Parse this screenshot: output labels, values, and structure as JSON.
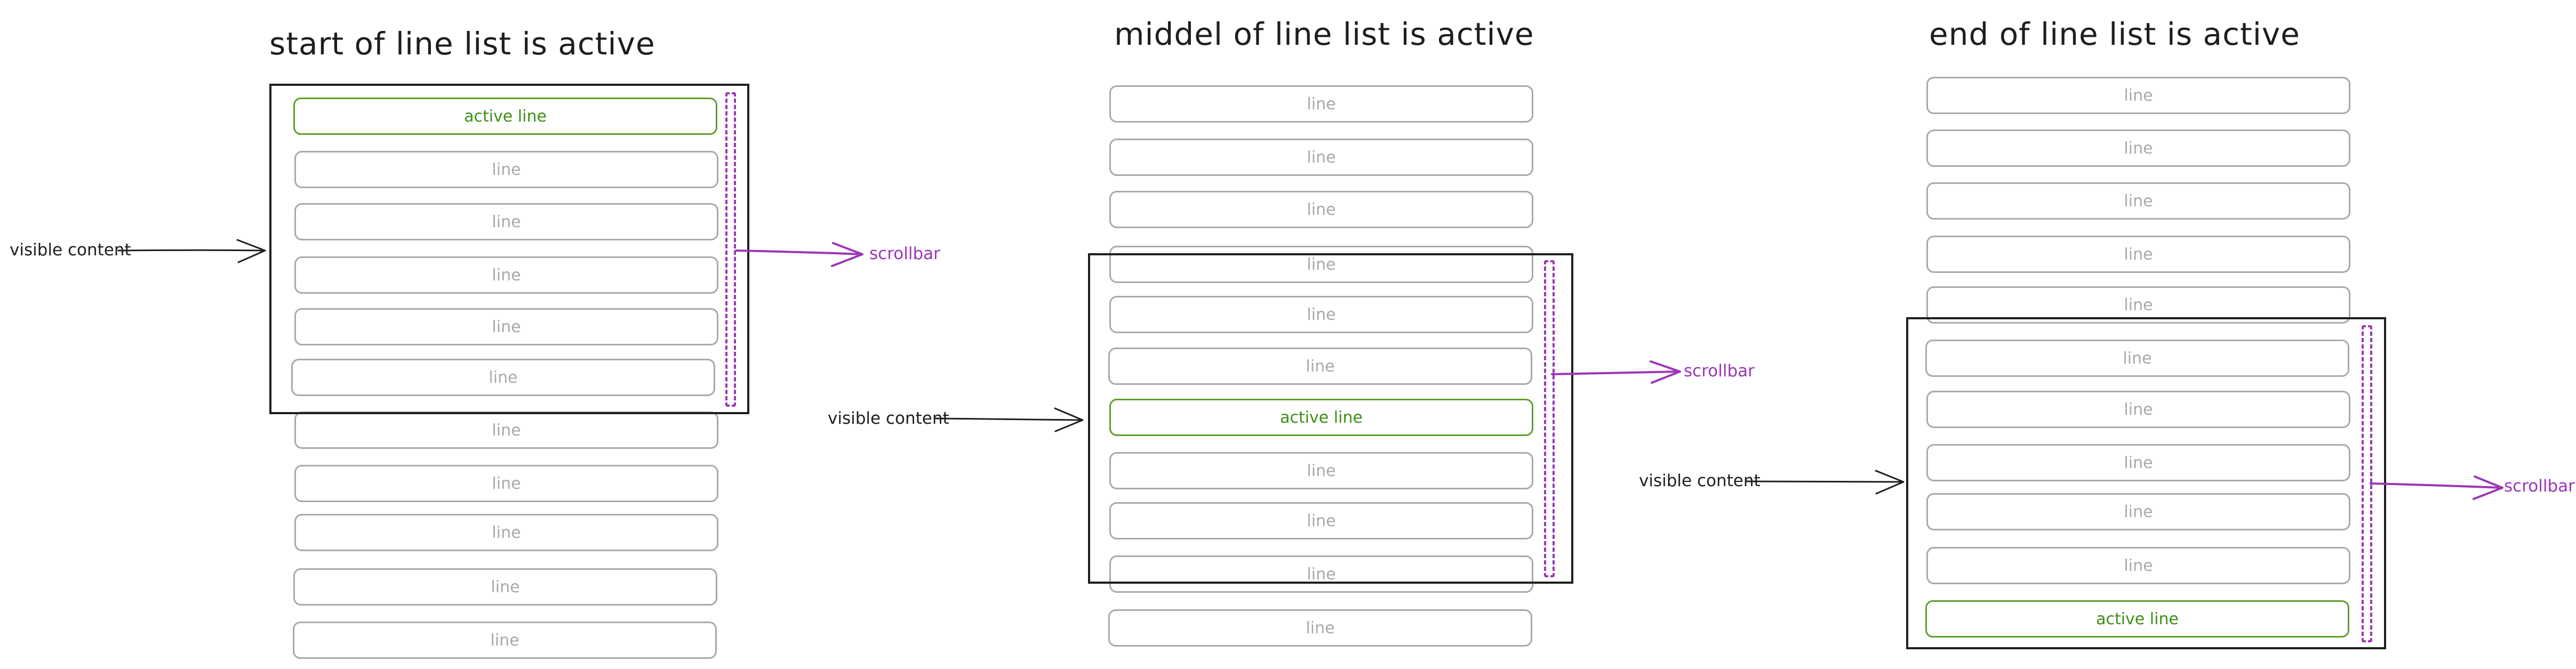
{
  "panels": [
    {
      "title": "start of line list is active",
      "rows": [
        {
          "label": "active line",
          "active": true
        },
        {
          "label": "line"
        },
        {
          "label": "line"
        },
        {
          "label": "line"
        },
        {
          "label": "line"
        },
        {
          "label": "line"
        },
        {
          "label": "line"
        },
        {
          "label": "line"
        },
        {
          "label": "line"
        },
        {
          "label": "line"
        },
        {
          "label": "line"
        }
      ],
      "visible_label": "visible content",
      "scroll_label": "scrollbar"
    },
    {
      "title": "middel of line list is active",
      "rows": [
        {
          "label": "line"
        },
        {
          "label": "line"
        },
        {
          "label": "line"
        },
        {
          "label": "line"
        },
        {
          "label": "line"
        },
        {
          "label": "line"
        },
        {
          "label": "active line",
          "active": true
        },
        {
          "label": "line"
        },
        {
          "label": "line"
        },
        {
          "label": "line"
        },
        {
          "label": "line"
        }
      ],
      "visible_label": "visible content",
      "scroll_label": "scrollbar"
    },
    {
      "title": "end of line list is active",
      "rows": [
        {
          "label": "line"
        },
        {
          "label": "line"
        },
        {
          "label": "line"
        },
        {
          "label": "line"
        },
        {
          "label": "line"
        },
        {
          "label": "line"
        },
        {
          "label": "line"
        },
        {
          "label": "line"
        },
        {
          "label": "line"
        },
        {
          "label": "line"
        },
        {
          "label": "active line",
          "active": true
        }
      ],
      "visible_label": "visible content",
      "scroll_label": "scrollbar"
    }
  ],
  "colors": {
    "stroke": "#1e1e1e",
    "row_border": "#a9a9a9",
    "active_border": "#5f9e2a",
    "active_text": "#3e8f15",
    "scrollbar": "#9c36b5"
  }
}
